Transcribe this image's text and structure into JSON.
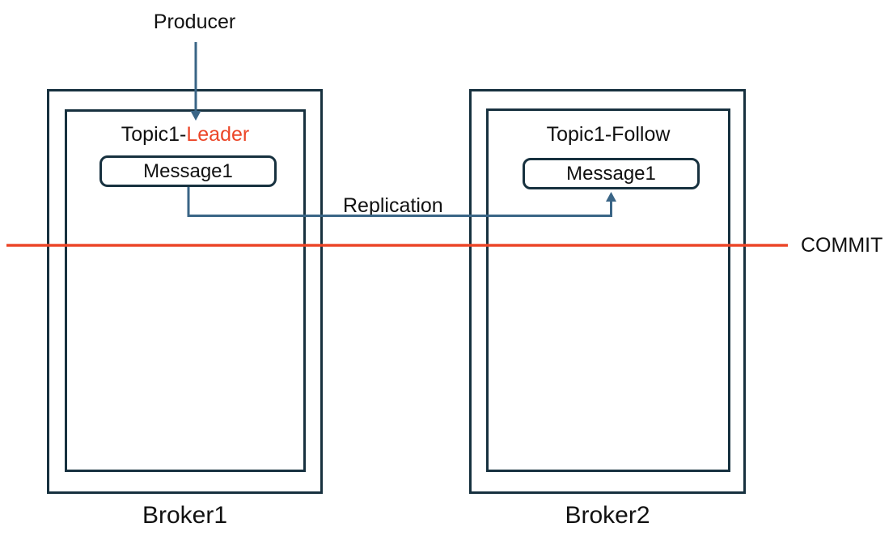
{
  "diagram": {
    "producer_label": "Producer",
    "replication_label": "Replication",
    "commit_label": "COMMIT",
    "broker1": {
      "label": "Broker1",
      "topic_prefix": "Topic1-",
      "topic_highlight": "Leader",
      "message_label": "Message1"
    },
    "broker2": {
      "label": "Broker2",
      "topic_label": "Topic1-Follow",
      "message_label": "Message1"
    },
    "colors": {
      "box_border": "#17313F",
      "accent_red": "#EC4628",
      "arrow_blue": "#3A6586",
      "text": "#111111"
    }
  }
}
